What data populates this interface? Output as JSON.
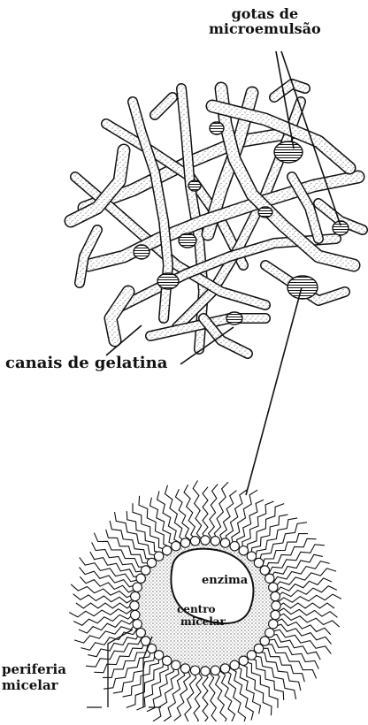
{
  "labels": {
    "gotas_line1": "gotas de",
    "gotas_line2": "microemulsão",
    "canais": "canais de gelatina",
    "enzima": "enzima",
    "centro": "centro",
    "micelar_center": "micelar",
    "periferia": "periferia",
    "micelar_periphery": "micelar"
  }
}
